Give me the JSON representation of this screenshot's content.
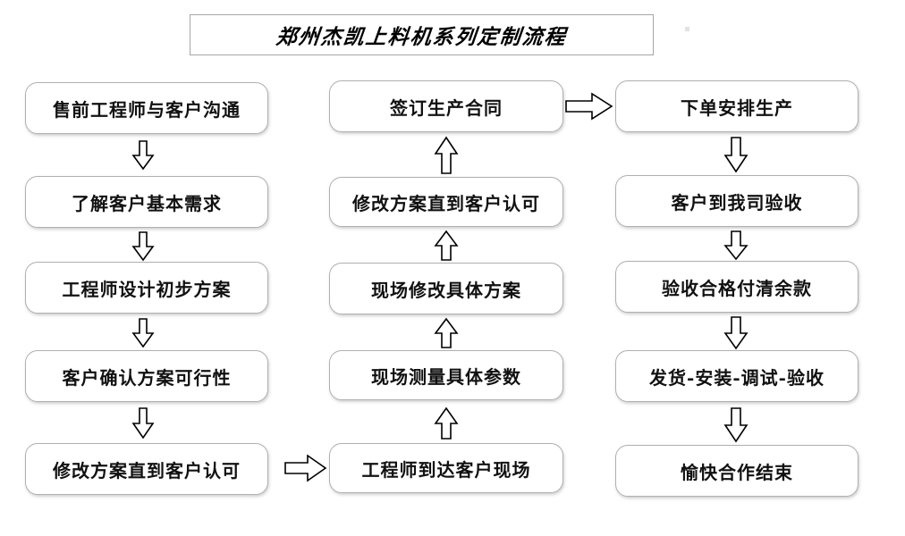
{
  "title": {
    "text": "郑州杰凯上料机系列定制流程"
  },
  "colors": {
    "page_background": "#ffffff",
    "box_border": "#b0b0b0",
    "title_border": "#a6a6a6",
    "text": "#111111",
    "arrow_stroke": "#000000",
    "arrow_fill": "#ffffff"
  },
  "flow": {
    "columns": [
      {
        "name": "pre-sales-column",
        "direction": "down",
        "nodes": [
          {
            "label": "售前工程师与客户沟通"
          },
          {
            "label": "了解客户基本需求"
          },
          {
            "label": "工程师设计初步方案"
          },
          {
            "label": "客户确认方案可行性"
          },
          {
            "label": "修改方案直到客户认可"
          }
        ]
      },
      {
        "name": "on-site-column",
        "direction": "up",
        "nodes": [
          {
            "label": "签订生产合同"
          },
          {
            "label": "修改方案直到客户认可"
          },
          {
            "label": "现场修改具体方案"
          },
          {
            "label": "现场测量具体参数"
          },
          {
            "label": "工程师到达客户现场"
          }
        ]
      },
      {
        "name": "production-column",
        "direction": "down",
        "nodes": [
          {
            "label": "下单安排生产"
          },
          {
            "label": "客户到我司验收"
          },
          {
            "label": "验收合格付清余款"
          },
          {
            "label": "发货-安装-调试-验收"
          },
          {
            "label": "愉快合作结束"
          }
        ]
      }
    ],
    "connectors": [
      {
        "name": "col1-step1-to-step2",
        "icon": "arrow-down-icon"
      },
      {
        "name": "col1-step2-to-step3",
        "icon": "arrow-down-icon"
      },
      {
        "name": "col1-step3-to-step4",
        "icon": "arrow-down-icon"
      },
      {
        "name": "col1-step4-to-step5",
        "icon": "arrow-down-icon"
      },
      {
        "name": "col1-to-col2",
        "icon": "arrow-right-icon"
      },
      {
        "name": "col2-step5-to-step4",
        "icon": "arrow-up-icon"
      },
      {
        "name": "col2-step4-to-step3",
        "icon": "arrow-up-icon"
      },
      {
        "name": "col2-step3-to-step2",
        "icon": "arrow-up-icon"
      },
      {
        "name": "col2-step2-to-step1",
        "icon": "arrow-up-icon"
      },
      {
        "name": "col2-to-col3",
        "icon": "arrow-right-icon"
      },
      {
        "name": "col3-step1-to-step2",
        "icon": "arrow-down-icon"
      },
      {
        "name": "col3-step2-to-step3",
        "icon": "arrow-down-icon"
      },
      {
        "name": "col3-step3-to-step4",
        "icon": "arrow-down-icon"
      },
      {
        "name": "col3-step4-to-step5",
        "icon": "arrow-down-icon"
      }
    ]
  }
}
